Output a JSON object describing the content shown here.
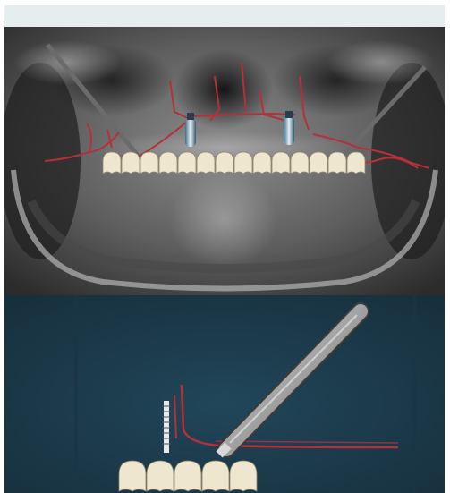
{
  "image": {
    "panels": [
      {
        "role": "panoramic-xray",
        "description_icon": "xray-icon"
      },
      {
        "role": "implant-illustration",
        "description_icon": "implant-icon"
      }
    ],
    "colors": {
      "top_strip": "#e4eeef",
      "xray_dark": "#1b1b1b",
      "xray_light": "#9a9a9a",
      "diagram_bg": "#1d3a49",
      "nerve_red": "#b5303a",
      "tooth_cream": "#efe6cf",
      "implant_steel": "#b9b9b9"
    },
    "upper_arch_teeth": 14,
    "lower_detail_teeth": 5
  }
}
